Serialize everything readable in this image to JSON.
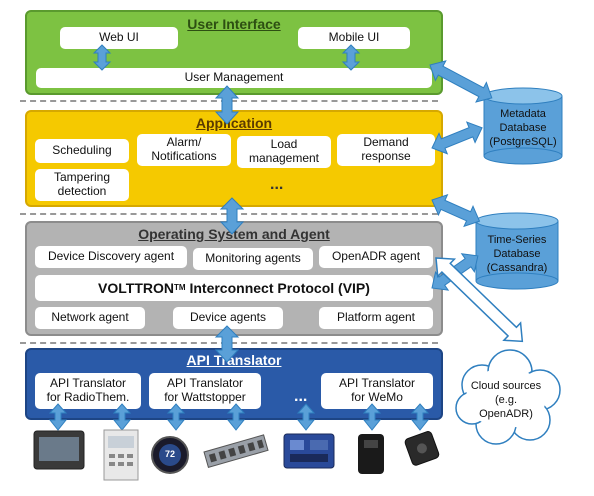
{
  "ui_layer": {
    "title": "User Interface",
    "web_ui": "Web UI",
    "mobile_ui": "Mobile UI",
    "user_management": "User Management",
    "color": "#7dc242"
  },
  "app_layer": {
    "title": "Application",
    "items": [
      "Scheduling",
      "Alarm/\nNotifications",
      "Load\nmanagement",
      "Demand\nresponse",
      "Tampering\ndetection"
    ],
    "ellipsis": "...",
    "color": "#f5c900"
  },
  "os_layer": {
    "title": "Operating System and Agent",
    "device_discovery": "Device Discovery agent",
    "monitoring": "Monitoring agents",
    "openadr": "OpenADR agent",
    "vip_prefix": "VOLTTRON",
    "vip_tm": "TM",
    "vip_suffix": " Interconnect Protocol (VIP)",
    "network": "Network agent",
    "device": "Device agents",
    "platform": "Platform agent",
    "color": "#b3b3b3"
  },
  "api_layer": {
    "title": "API Translator",
    "items": [
      "API Translator\nfor RadioThem.",
      "API Translator\nfor Wattstopper",
      "API Translator\nfor WeMo"
    ],
    "ellipsis": "...",
    "color": "#2a5aa8"
  },
  "metadata_db": "Metadata\nDatabase\n(PostgreSQL)",
  "timeseries_db": "Time-Series\nDatabase\n(Cassandra)",
  "cloud": "Cloud sources\n(e.g.\nOpenADR)",
  "thermostat_reading": "72",
  "colors": {
    "arrow": "#5aa0d8",
    "arrow_stroke": "#2f7fbf",
    "db": "#5aa0d8"
  }
}
